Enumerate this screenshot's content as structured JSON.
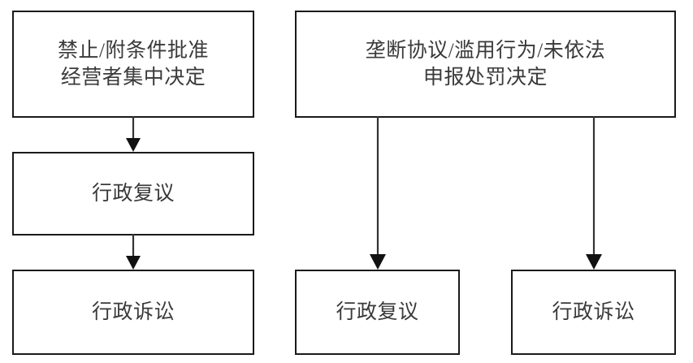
{
  "diagram": {
    "type": "flowchart",
    "title": "",
    "background_color": "#ffffff",
    "box_border_color": "#1a1a1a",
    "text_color": "#3a3a3a",
    "arrow_color": "#111111",
    "nodes": [
      {
        "id": "merger-decision",
        "label": "禁止/附条件批准\n经营者集中决定",
        "column": "left",
        "level": 0
      },
      {
        "id": "left-administrative-reconsideration",
        "label": "行政复议",
        "column": "left",
        "level": 1
      },
      {
        "id": "left-administrative-litigation",
        "label": "行政诉讼",
        "column": "left",
        "level": 2
      },
      {
        "id": "penalty-decision",
        "label": "垄断协议/滥用行为/未依法\n申报处罚决定",
        "column": "right",
        "level": 0
      },
      {
        "id": "right-administrative-reconsideration",
        "label": "行政复议",
        "column": "right",
        "level": 2
      },
      {
        "id": "right-administrative-litigation",
        "label": "行政诉讼",
        "column": "right",
        "level": 2
      }
    ],
    "edges": [
      {
        "id": "edge-merger-to-reconsideration",
        "from": "merger-decision",
        "to": "left-administrative-reconsideration",
        "label": ""
      },
      {
        "id": "edge-reconsideration-to-litigation",
        "from": "left-administrative-reconsideration",
        "to": "left-administrative-litigation",
        "label": ""
      },
      {
        "id": "edge-penalty-to-reconsideration",
        "from": "penalty-decision",
        "to": "right-administrative-reconsideration",
        "label": ""
      },
      {
        "id": "edge-penalty-to-litigation",
        "from": "penalty-decision",
        "to": "right-administrative-litigation",
        "label": ""
      }
    ]
  }
}
